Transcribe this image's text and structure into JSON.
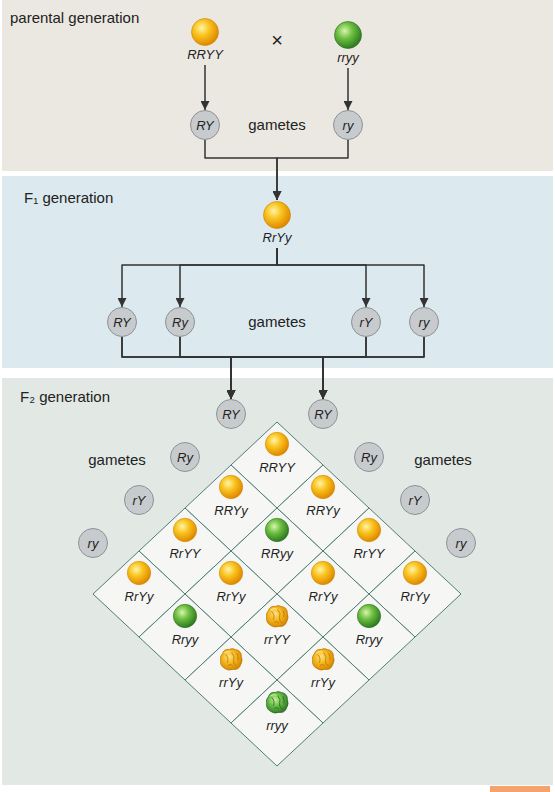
{
  "diagram": {
    "nodes": [
      {
        "text": [
          "parental generation"
        ]
      },
      {
        "text": [
          "RRYY"
        ],
        "in": 0
      },
      {
        "text": [
          "rryy"
        ],
        "in": 0
      },
      {
        "text": [
          "RY"
        ],
        "in": 0
      },
      {
        "text": [
          "ry"
        ],
        "in": 0
      },
      {
        "text": [
          "F₁ generation"
        ]
      },
      {
        "text": [
          "RrYy"
        ],
        "in": 5
      },
      {
        "text": [
          "RY"
        ],
        "in": 5
      },
      {
        "text": [
          "Ry"
        ],
        "in": 5
      },
      {
        "text": [
          "rY"
        ],
        "in": 5
      },
      {
        "text": [
          "ry"
        ],
        "in": 5
      },
      {
        "text": [
          "F₂ generation"
        ]
      },
      {
        "text": [
          "RY"
        ],
        "in": 11
      },
      {
        "text": [
          "RY"
        ],
        "in": 11
      },
      {
        "text": [
          "Ry"
        ],
        "in": 11
      },
      {
        "text": [
          "Ry"
        ],
        "in": 11
      },
      {
        "text": [
          "rY"
        ],
        "in": 11
      },
      {
        "text": [
          "rY"
        ],
        "in": 11
      },
      {
        "text": [
          "ry"
        ],
        "in": 11
      },
      {
        "text": [
          "ry"
        ],
        "in": 11
      },
      {
        "text": [
          "RRYY"
        ],
        "in": 11
      },
      {
        "text": [
          "RRYy"
        ],
        "in": 11
      },
      {
        "text": [
          "RRYy"
        ],
        "in": 11
      },
      {
        "text": [
          "RrYY"
        ],
        "in": 11
      },
      {
        "text": [
          "RRyy"
        ],
        "in": 11
      },
      {
        "text": [
          "RrYY"
        ],
        "in": 11
      },
      {
        "text": [
          "RrYy"
        ],
        "in": 11
      },
      {
        "text": [
          "RrYy"
        ],
        "in": 11
      },
      {
        "text": [
          "RrYy"
        ],
        "in": 11
      },
      {
        "text": [
          "RrYy"
        ],
        "in": 11
      },
      {
        "text": [
          "Rryy"
        ],
        "in": 11
      },
      {
        "text": [
          "rrYY"
        ],
        "in": 11
      },
      {
        "text": [
          "Rryy"
        ],
        "in": 11
      },
      {
        "text": [
          "rrYy"
        ],
        "in": 11
      },
      {
        "text": [
          "rrYy"
        ],
        "in": 11
      },
      {
        "text": [
          "rryy"
        ],
        "in": 11
      }
    ],
    "edges": [
      {
        "from": 1,
        "to": 3,
        "arrow": "to"
      },
      {
        "from": 2,
        "to": 4,
        "arrow": "to"
      },
      {
        "from": 3,
        "to": 6,
        "arrow": "to"
      },
      {
        "from": 4,
        "to": 6,
        "arrow": "to"
      },
      {
        "from": 6,
        "to": 7,
        "arrow": "to"
      },
      {
        "from": 6,
        "to": 8,
        "arrow": "to"
      },
      {
        "from": 6,
        "to": 9,
        "arrow": "to"
      },
      {
        "from": 6,
        "to": 10,
        "arrow": "to"
      },
      {
        "from": 7,
        "to": 12,
        "arrow": "to"
      },
      {
        "from": 7,
        "to": 13,
        "arrow": "to"
      },
      {
        "from": 8,
        "to": 12,
        "arrow": "to"
      },
      {
        "from": 8,
        "to": 13,
        "arrow": "to"
      },
      {
        "from": 9,
        "to": 12,
        "arrow": "to"
      },
      {
        "from": 9,
        "to": 13,
        "arrow": "to"
      },
      {
        "from": 10,
        "to": 12,
        "arrow": "to"
      },
      {
        "from": 10,
        "to": 13,
        "arrow": "to"
      }
    ],
    "labels": [
      "×",
      "gametes",
      "gametes",
      "gametes",
      "gametes"
    ]
  }
}
